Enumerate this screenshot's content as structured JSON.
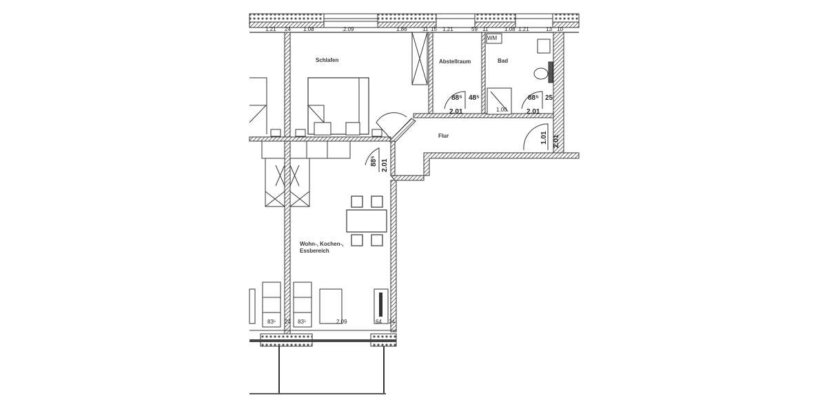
{
  "rooms": {
    "schlafen": "Schlafen",
    "abstellraum": "Abstellraum",
    "bad": "Bad",
    "flur": "Flur",
    "wohnen_line1": "Wohn-, Kochen-,",
    "wohnen_line2": "Essbereich"
  },
  "top_dimensions": [
    "1.21",
    "24",
    "1.08",
    "2.09",
    "1.86",
    "11",
    "15",
    "1.21",
    "59",
    "11",
    "1.08",
    "1.21",
    "13",
    "10"
  ],
  "door_dimensions": {
    "abstell_width": "88⁵",
    "abstell_height": "2.01",
    "abstell_side": "48⁵",
    "bad_width": "88⁵",
    "bad_height": "2.01",
    "bad_side": "25",
    "flur_width": "1.01",
    "flur_height": "2.01",
    "wohnen_width": "88⁵",
    "wohnen_height": "2.01"
  },
  "bad_fixture": "WM",
  "shower_label": "1.00",
  "bottom_dimensions": {
    "window1": "83⁵",
    "wall1": "24",
    "window2": "83⁵",
    "span": "2.09",
    "window3": "64",
    "wall2": "24"
  },
  "colors": {
    "wall_line": "#333333",
    "hatch": "#555555",
    "background": "#ffffff"
  }
}
